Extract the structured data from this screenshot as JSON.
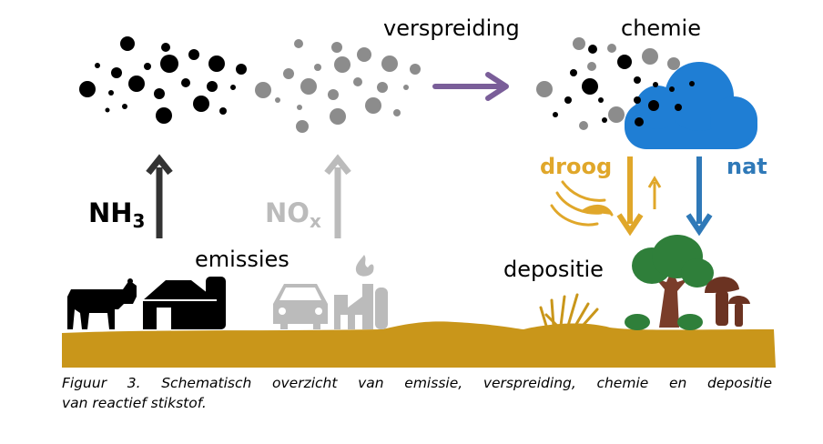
{
  "labels": {
    "spread": "verspreiding",
    "chemistry": "chemie",
    "ammonia_base": "NH",
    "ammonia_sub": "3",
    "nox_base": "NO",
    "nox_sub": "x",
    "emissions": "emissies",
    "dry": "droog",
    "wet": "nat",
    "deposition": "depositie"
  },
  "caption": {
    "line1": "Figuur 3. Schematisch overzicht van emissie, verspreiding, chemie en depositie",
    "line2": "van reactief stikstof."
  },
  "colors": {
    "nh3": "#000000",
    "nox": "#8c8c8c",
    "spread_arrow": "#7a5e99",
    "cloud": "#1f7ed4",
    "dry": "#e0a72a",
    "wet": "#2f79b8",
    "ground": "#c9961a",
    "tree_canopy": "#2f7f3a",
    "tree_trunk": "#7a3d2a",
    "mushroom": "#6b3322",
    "icon_dark": "#000000",
    "icon_grey": "#bbbbbb"
  },
  "icons": [
    "cow-icon",
    "barn-icon",
    "car-icon",
    "factory-icon",
    "cloud-icon",
    "tree-icon",
    "mushroom-icon",
    "grass-icon",
    "leaves-icon"
  ]
}
